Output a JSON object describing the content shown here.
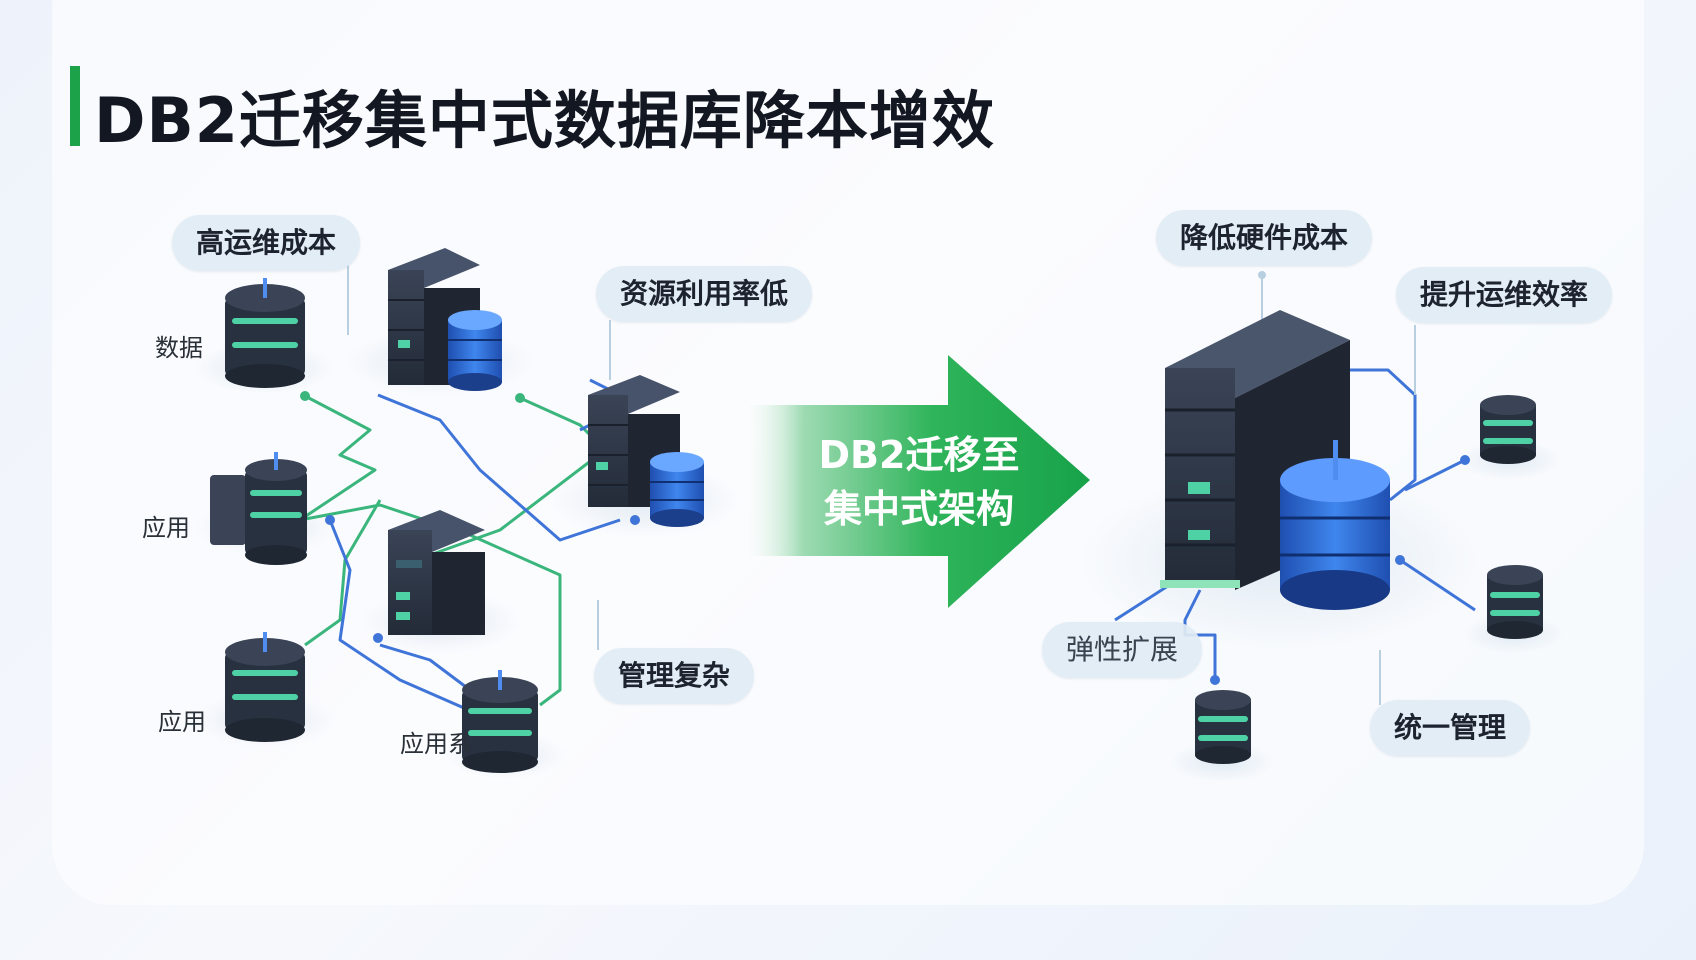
{
  "title": "DB2迁移集中式数据库降本增效",
  "left": {
    "labels": {
      "high_ops_cost": "高运维成本",
      "low_utilization": "资源利用率低",
      "complex_mgmt": "管理复杂"
    },
    "node_labels": {
      "data": "数据",
      "app_1": "应用",
      "app_2": "应用",
      "app_3": "应用系"
    }
  },
  "arrow": {
    "line1": "DB2迁移至",
    "line2": "集中式架构"
  },
  "right": {
    "labels": {
      "reduce_hw_cost": "降低硬件成本",
      "improve_ops": "提升运维效率",
      "elastic_scale": "弹性扩展",
      "unified_mgmt": "统一管理"
    }
  },
  "colors": {
    "accent_green": "#1ca34a",
    "line_green": "#3ab67d",
    "line_blue": "#3f74d8",
    "server_dark": "#2b3444",
    "db_blue": "#2f6fd8",
    "db_teal": "#4fd1a6"
  }
}
